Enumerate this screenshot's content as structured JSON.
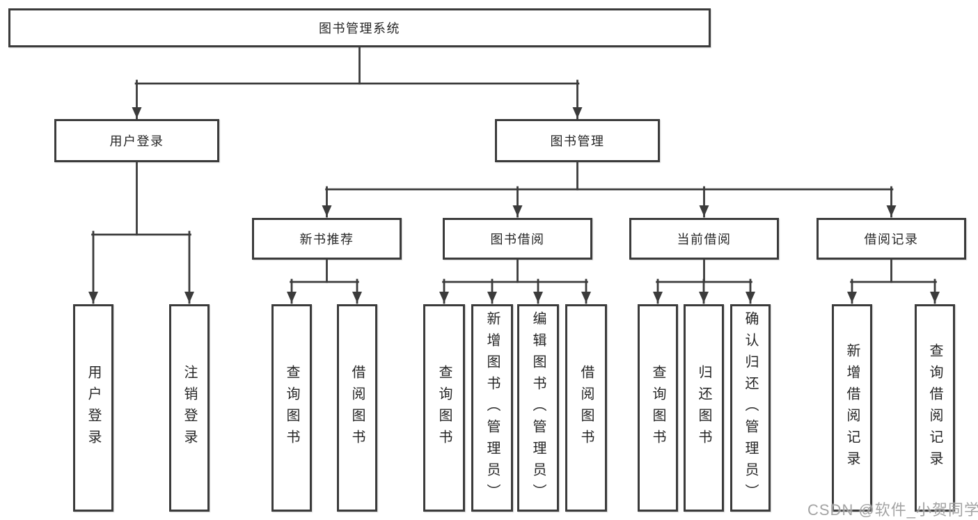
{
  "diagram": {
    "root": {
      "label": "图书管理系统"
    },
    "user_login": {
      "label": "用户登录",
      "children": [
        {
          "label": "用户登录"
        },
        {
          "label": "注销登录"
        }
      ]
    },
    "book_management": {
      "label": "图书管理",
      "sections": [
        {
          "label": "新书推荐",
          "children": [
            {
              "label": "查询图书"
            },
            {
              "label": "借阅图书"
            }
          ]
        },
        {
          "label": "图书借阅",
          "children": [
            {
              "label": "查询图书"
            },
            {
              "label": "新增图书（管理员）"
            },
            {
              "label": "编辑图书（管理员）"
            },
            {
              "label": "借阅图书"
            }
          ]
        },
        {
          "label": "当前借阅",
          "children": [
            {
              "label": "查询图书"
            },
            {
              "label": "归还图书"
            },
            {
              "label": "确认归还（管理员）"
            }
          ]
        },
        {
          "label": "借阅记录",
          "children": [
            {
              "label": "新增借阅记录"
            },
            {
              "label": "查询借阅记录"
            }
          ]
        }
      ]
    }
  },
  "watermark": {
    "text": "CSDN @软件_小贺同学"
  },
  "colors": {
    "background": "#ffffff",
    "line": "#3b3b3b",
    "box_border": "#3b3b3b",
    "text": "#262626",
    "watermark": "#969696"
  }
}
